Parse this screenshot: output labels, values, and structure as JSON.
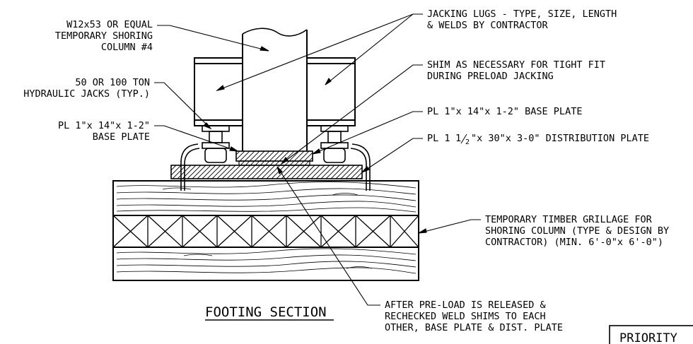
{
  "labels": {
    "column_1": "W12x53 OR EQUAL",
    "column_2": "TEMPORARY SHORING",
    "column_3": "COLUMN #4",
    "jacks_1": "50 OR 100 TON",
    "jacks_2": "HYDRAULIC JACKS (TYP.)",
    "plate_left_1": "PL 1\"x 14\"x 1-2\"",
    "plate_left_2": "BASE PLATE",
    "lugs_1": "JACKING LUGS - TYPE, SIZE, LENGTH",
    "lugs_2": "& WELDS BY CONTRACTOR",
    "shim_1": "SHIM AS NECESSARY FOR TIGHT FIT",
    "shim_2": "DURING PRELOAD JACKING",
    "base_plate": "PL 1\"x 14\"x 1-2\" BASE PLATE",
    "dist_plate_a": "PL 1",
    "dist_plate_num": "1",
    "dist_plate_den": "2",
    "dist_plate_b": "\"x 30\"x 3-0\" DISTRIBUTION PLATE",
    "grillage_1": "TEMPORARY TIMBER GRILLAGE FOR",
    "grillage_2": "SHORING COLUMN (TYPE & DESIGN BY",
    "grillage_3": "CONTRACTOR) (MIN. 6'-0\"x 6'-0\")",
    "preload_1": "AFTER PRE-LOAD IS RELEASED &",
    "preload_2": "RECHECKED WELD SHIMS TO EACH",
    "preload_3": "OTHER, BASE PLATE & DIST. PLATE",
    "section_title": "FOOTING SECTION",
    "priority": "PRIORITY"
  }
}
